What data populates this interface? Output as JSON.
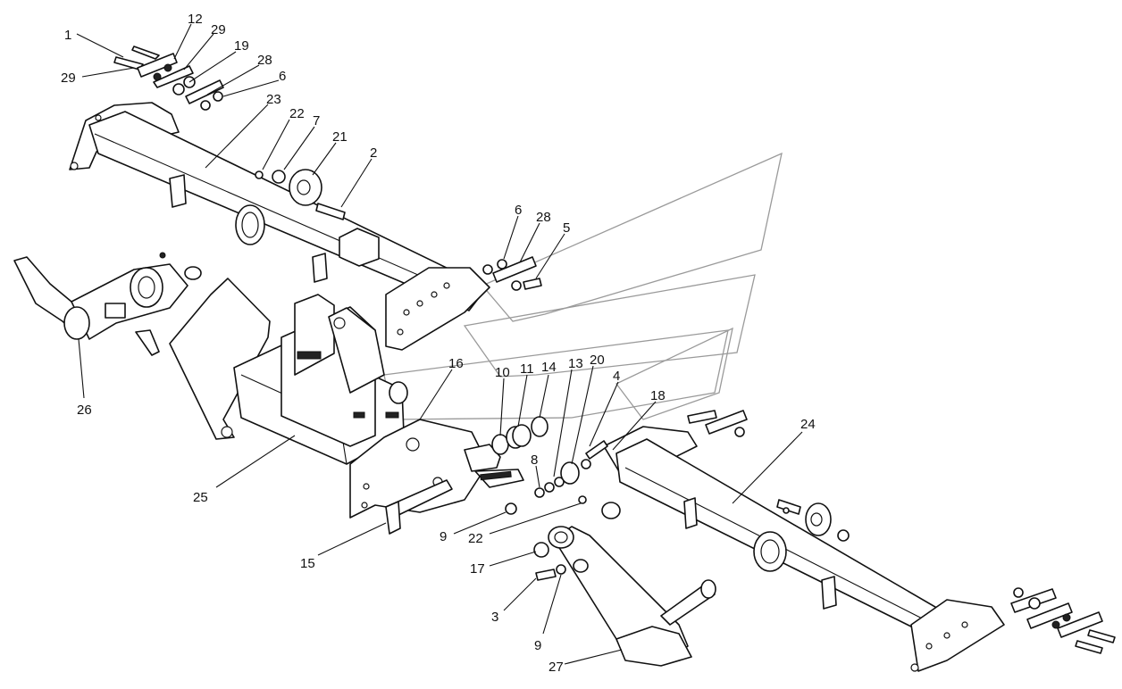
{
  "labels": [
    {
      "id": "l1",
      "text": "1"
    },
    {
      "id": "l12",
      "text": "12"
    },
    {
      "id": "l29a",
      "text": "29"
    },
    {
      "id": "l19",
      "text": "19"
    },
    {
      "id": "l29b",
      "text": "29"
    },
    {
      "id": "l28a",
      "text": "28"
    },
    {
      "id": "l6a",
      "text": "6"
    },
    {
      "id": "l23",
      "text": "23"
    },
    {
      "id": "l22a",
      "text": "22"
    },
    {
      "id": "l7",
      "text": "7"
    },
    {
      "id": "l21",
      "text": "21"
    },
    {
      "id": "l2",
      "text": "2"
    },
    {
      "id": "l6b",
      "text": "6"
    },
    {
      "id": "l28b",
      "text": "28"
    },
    {
      "id": "l5",
      "text": "5"
    },
    {
      "id": "l16",
      "text": "16"
    },
    {
      "id": "l10",
      "text": "10"
    },
    {
      "id": "l11",
      "text": "11"
    },
    {
      "id": "l14",
      "text": "14"
    },
    {
      "id": "l13",
      "text": "13"
    },
    {
      "id": "l20",
      "text": "20"
    },
    {
      "id": "l4",
      "text": "4"
    },
    {
      "id": "l18",
      "text": "18"
    },
    {
      "id": "l24",
      "text": "24"
    },
    {
      "id": "l8",
      "text": "8"
    },
    {
      "id": "l26",
      "text": "26"
    },
    {
      "id": "l25",
      "text": "25"
    },
    {
      "id": "l15",
      "text": "15"
    },
    {
      "id": "l9a",
      "text": "9"
    },
    {
      "id": "l22b",
      "text": "22"
    },
    {
      "id": "l17",
      "text": "17"
    },
    {
      "id": "l3",
      "text": "3"
    },
    {
      "id": "l9b",
      "text": "9"
    },
    {
      "id": "l27",
      "text": "27"
    }
  ]
}
